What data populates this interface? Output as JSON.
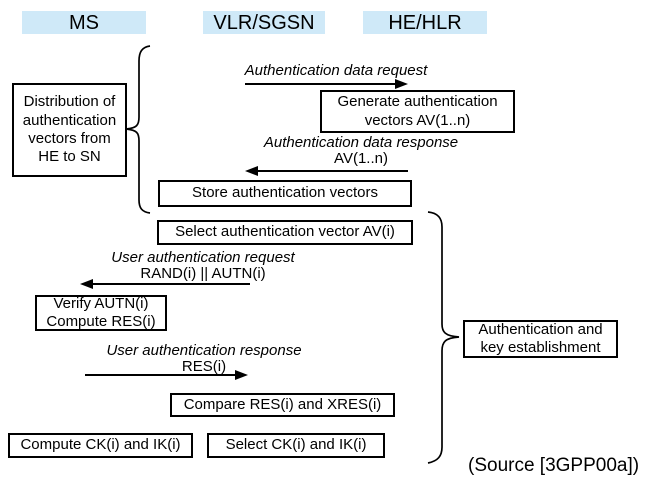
{
  "colors": {
    "actor_fill": "#cfe9f8",
    "stroke": "#000000",
    "background": "#ffffff"
  },
  "actors": {
    "ms": "MS",
    "vlr_sgsn": "VLR/SGSN",
    "he_hlr": "HE/HLR"
  },
  "phases": {
    "distribution": "Distribution of\nauthentication\nvectors from\nHE to SN",
    "auth_key_establishment": "Authentication and\nkey establishment"
  },
  "messages": {
    "auth_data_request": {
      "label": "Authentication data request",
      "params": "",
      "direction": "right"
    },
    "auth_data_response": {
      "label": "Authentication data response",
      "params": "AV(1..n)",
      "direction": "left"
    },
    "user_auth_request": {
      "label": "User authentication request",
      "params": "RAND(i) || AUTN(i)",
      "direction": "left"
    },
    "user_auth_response": {
      "label": "User authentication response",
      "params": "RES(i)",
      "direction": "right"
    }
  },
  "actions": {
    "generate_av": "Generate authentication\nvectors AV(1..n)",
    "store_av": "Store authentication vectors",
    "select_av": "Select authentication vector AV(i)",
    "verify_autn": "Verify AUTN(i)\nCompute RES(i)",
    "compare_res": "Compare RES(i) and XRES(i)",
    "compute_ck_ik": "Compute CK(i) and IK(i)",
    "select_ck_ik": "Select CK(i) and IK(i)"
  },
  "caption": {
    "source": "(Source [3GPP00a])"
  }
}
